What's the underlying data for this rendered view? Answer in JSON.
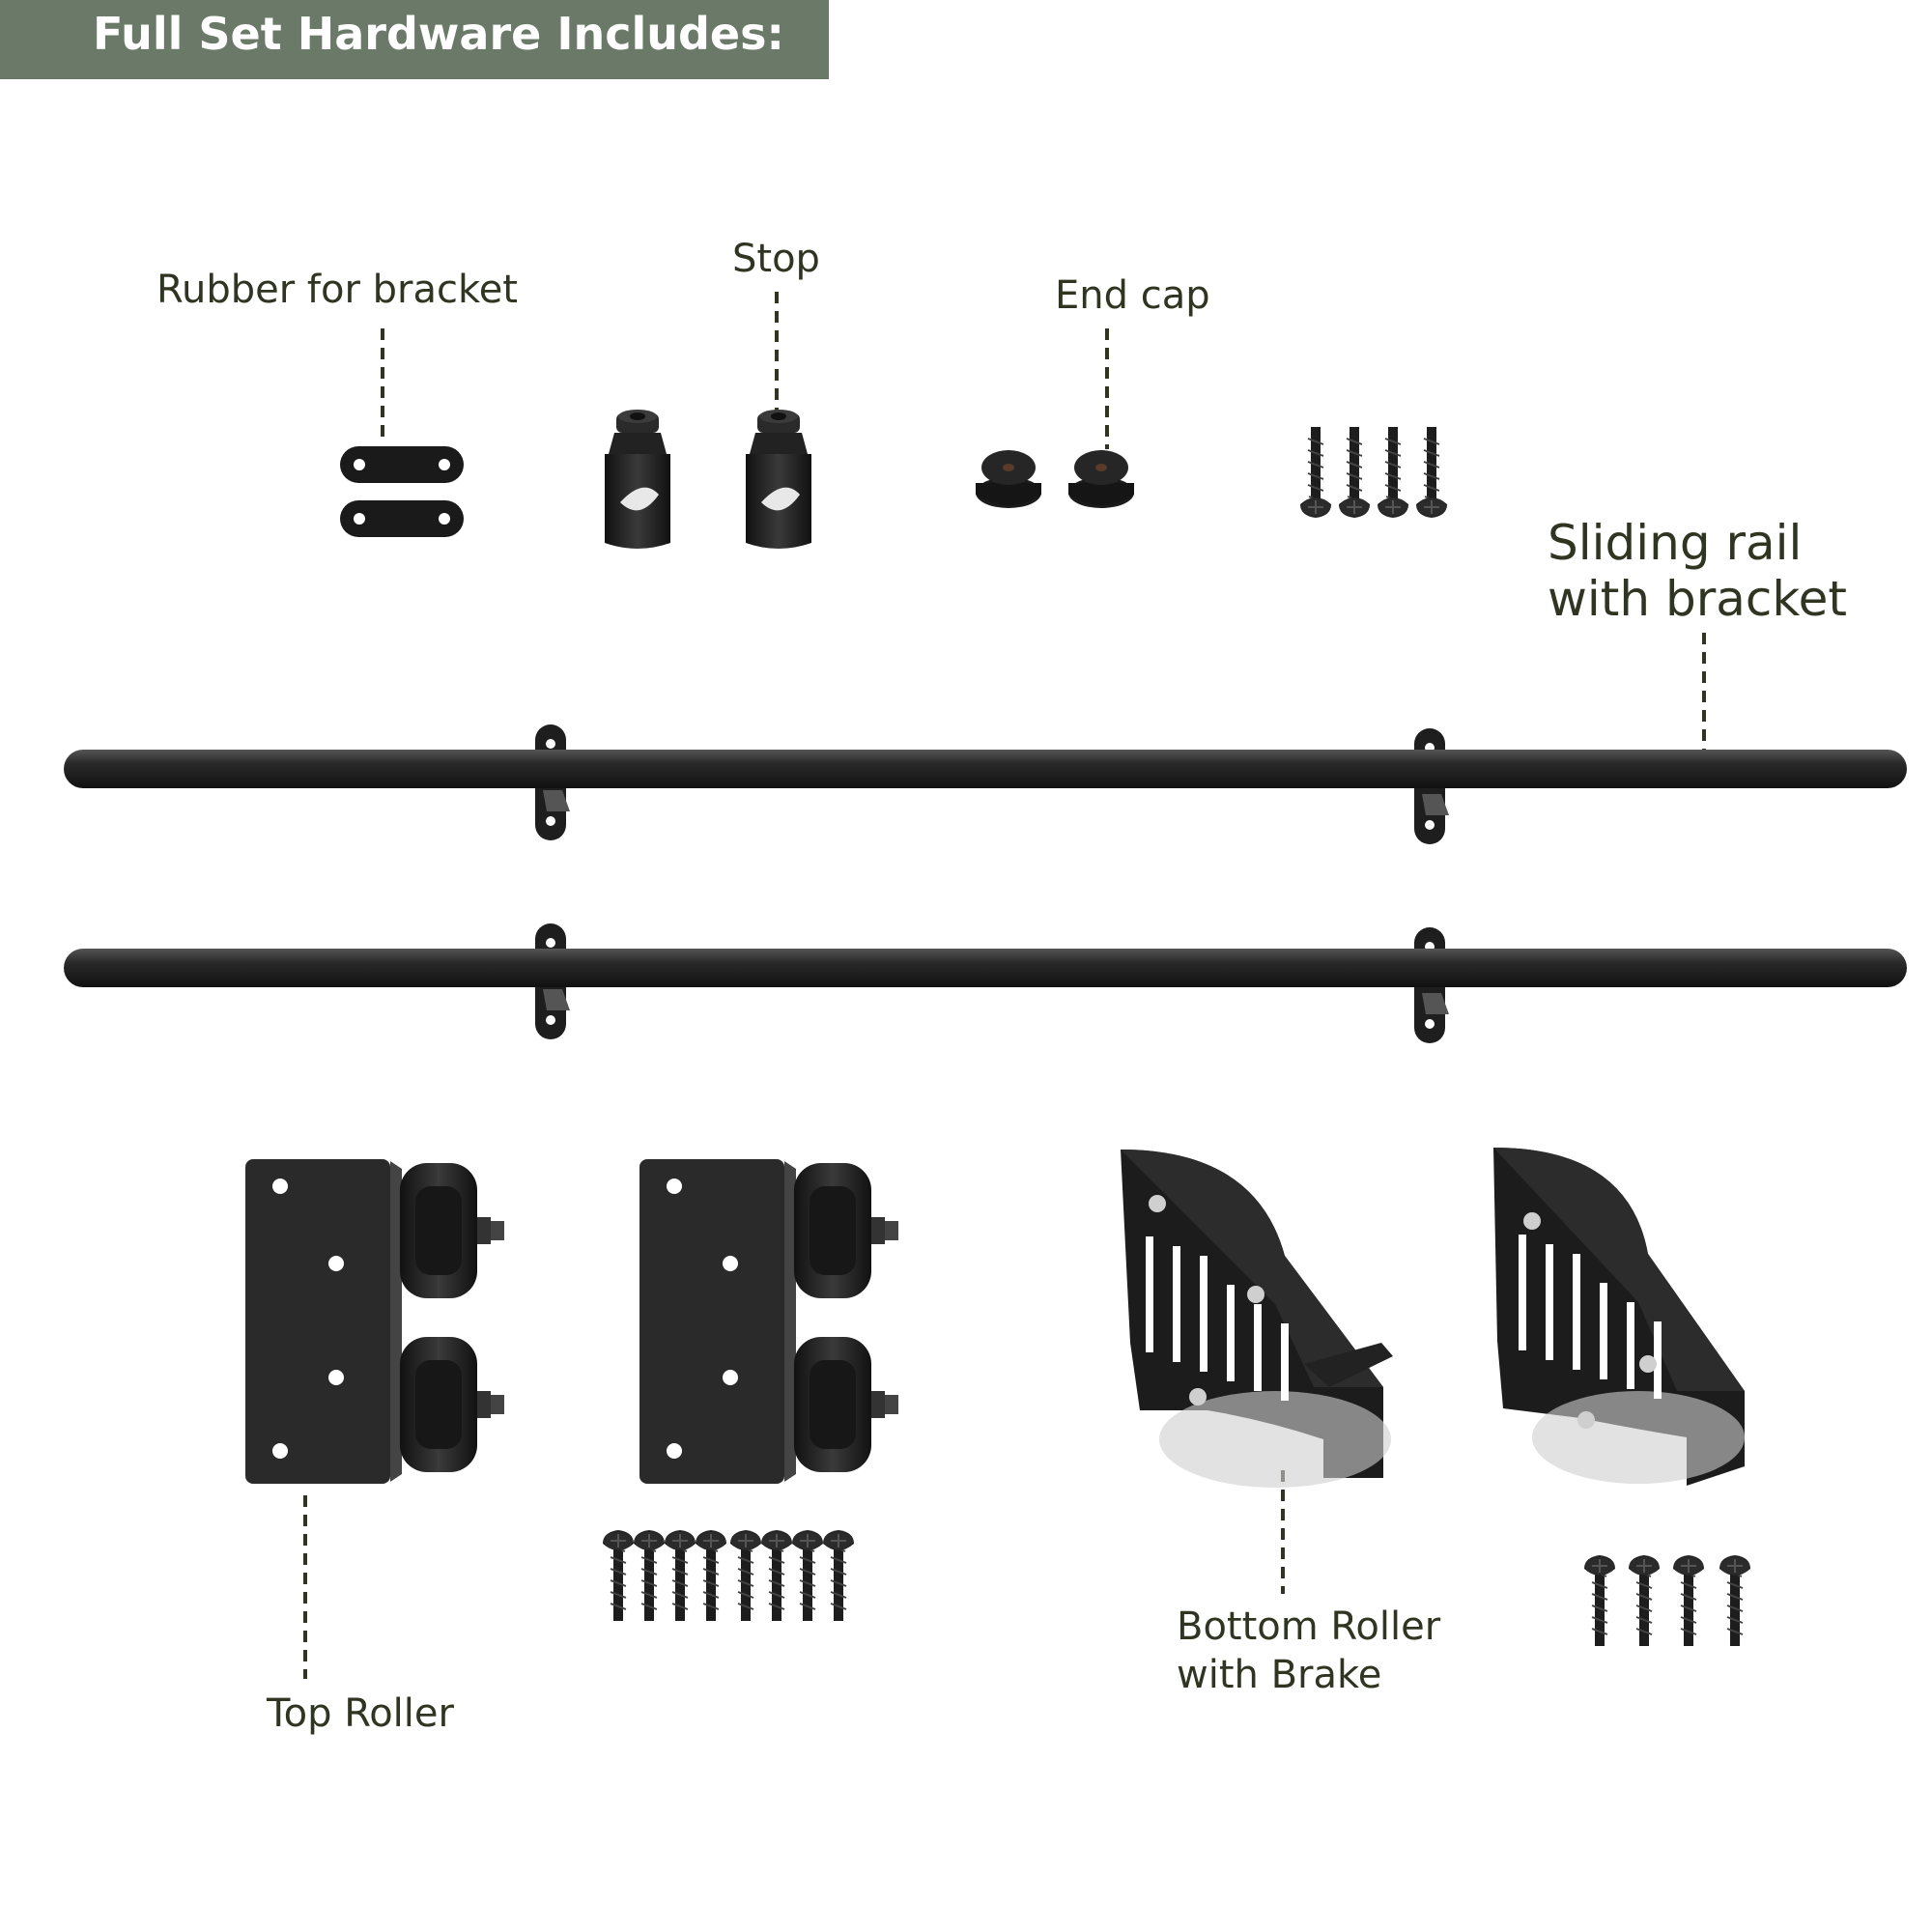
{
  "header": {
    "title": "Full Set Hardware Includes:"
  },
  "labels": {
    "rubber": "Rubber for bracket",
    "stop": "Stop",
    "end_cap": "End cap",
    "rail_line1": "Sliding rail",
    "rail_line2": "with bracket",
    "top_roller": "Top Roller",
    "bottom_line1": "Bottom Roller",
    "bottom_line2": "with Brake"
  },
  "colors": {
    "banner": "#6b7a68",
    "label_text": "#2f3521",
    "hardware": "#1f1f1f",
    "leader": "#2f3521"
  }
}
